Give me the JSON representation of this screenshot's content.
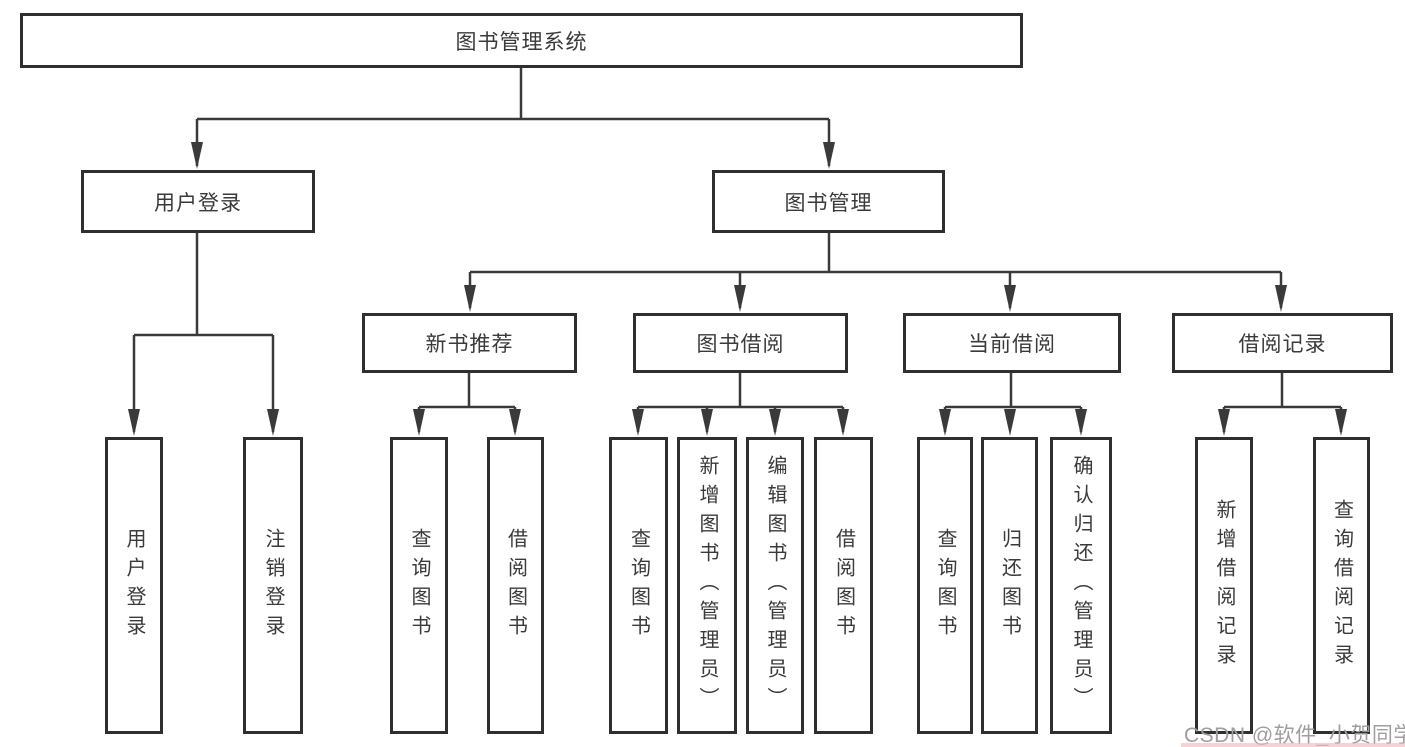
{
  "colors": {
    "line": "#3a3a3a",
    "box_border": "#2f2f2f",
    "text": "#3a3a3a",
    "background": "#ffffff",
    "watermark": "#9e9e9e"
  },
  "tree": {
    "root": {
      "label": "图书管理系统"
    },
    "children": [
      {
        "label": "用户登录",
        "children": [
          {
            "label": "用户登录"
          },
          {
            "label": "注销登录"
          }
        ]
      },
      {
        "label": "图书管理",
        "children": [
          {
            "label": "新书推荐",
            "children": [
              {
                "label": "查询图书"
              },
              {
                "label": "借阅图书"
              }
            ]
          },
          {
            "label": "图书借阅",
            "children": [
              {
                "label": "查询图书"
              },
              {
                "label": "新增图书（管理员）"
              },
              {
                "label": "编辑图书（管理员）"
              },
              {
                "label": "借阅图书"
              }
            ]
          },
          {
            "label": "当前借阅",
            "children": [
              {
                "label": "查询图书"
              },
              {
                "label": "归还图书"
              },
              {
                "label": "确认归还（管理员）"
              }
            ]
          },
          {
            "label": "借阅记录",
            "children": [
              {
                "label": "新增借阅记录"
              },
              {
                "label": "查询借阅记录"
              }
            ]
          }
        ]
      }
    ]
  },
  "watermark": {
    "text": "CSDN @软件_小贺同学"
  }
}
